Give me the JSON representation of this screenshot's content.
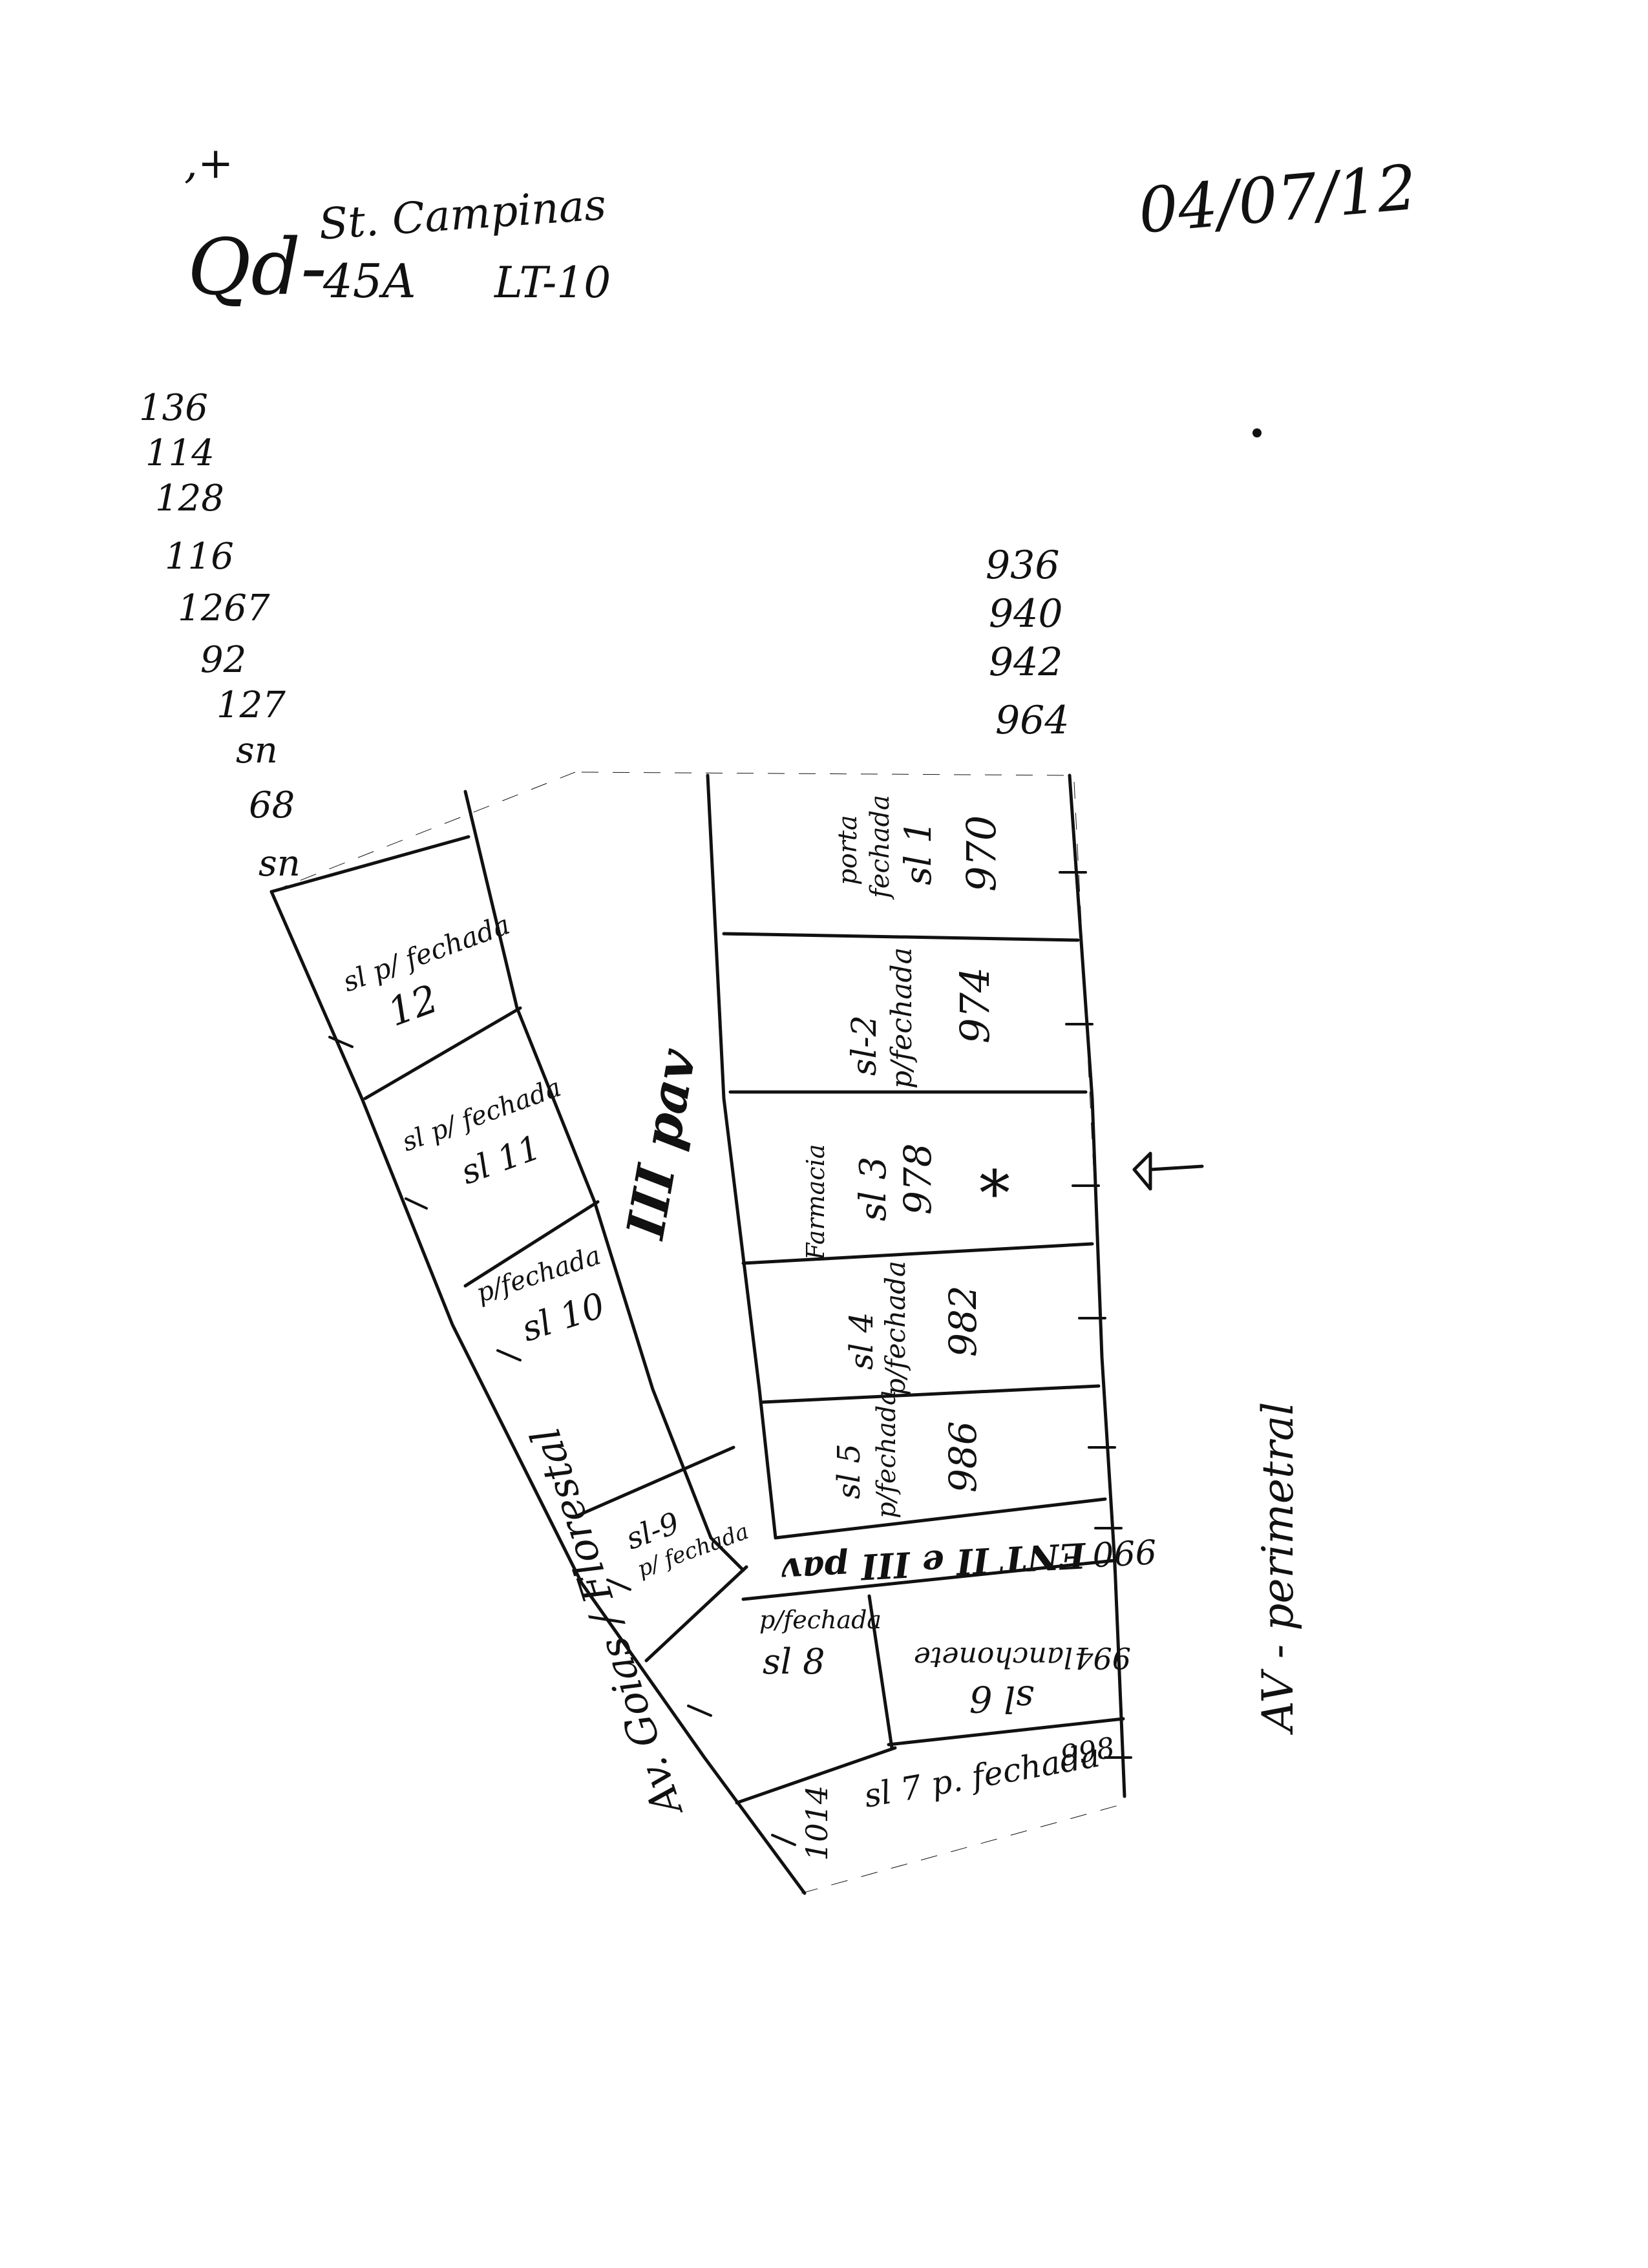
{
  "header": {
    "corner_mark": ",+",
    "qd_label": "Qd-",
    "street_label": "St. Campinas",
    "block_label": "45A",
    "lot_label": "LT-10",
    "date": "04/07/12"
  },
  "left_number_column": [
    "136",
    "114",
    "128",
    "116",
    "1267",
    "92",
    "127",
    "sn",
    "68",
    "sn"
  ],
  "right_number_column": [
    "936",
    "940",
    "942",
    "964"
  ],
  "units_right": [
    {
      "line1": "porta",
      "line2": "fechada",
      "unit": "sl 1",
      "number": "970"
    },
    {
      "line1": "sl-2",
      "line2": "p/fechada",
      "unit": "",
      "number": "974"
    },
    {
      "line1": "Farmacia",
      "line2": "",
      "unit": "sl 3",
      "number": "978"
    },
    {
      "line1": "sl 4",
      "line2": "p/fechada",
      "unit": "",
      "number": "982"
    },
    {
      "line1": "sl 5",
      "line2": "p/fechada",
      "unit": "",
      "number": "986"
    }
  ],
  "units_left": [
    {
      "line1": "sl p/ fechada",
      "unit": "12"
    },
    {
      "line1": "sl p/ fechada",
      "unit": "sl 11"
    },
    {
      "line1": "p/fechada",
      "unit": "sl 10"
    },
    {
      "line1": "sl-9",
      "unit": "p/ fechada"
    }
  ],
  "corridor_label": "III pav",
  "entrance_row": {
    "text": "ENT II e III pav",
    "number": "990"
  },
  "unit_sl8": {
    "line1": "p/fechada",
    "unit": "sl 8"
  },
  "unit_sl6": {
    "unit": "sl 6",
    "line2": "lanchonete",
    "number": "994"
  },
  "unit_sl7": {
    "unit": "sl 7 p. fechada",
    "number": "998",
    "side_number": "1014"
  },
  "star_mark": "*",
  "street_left": "Av. Goias / Florestal",
  "street_right": "AV - perimetral"
}
